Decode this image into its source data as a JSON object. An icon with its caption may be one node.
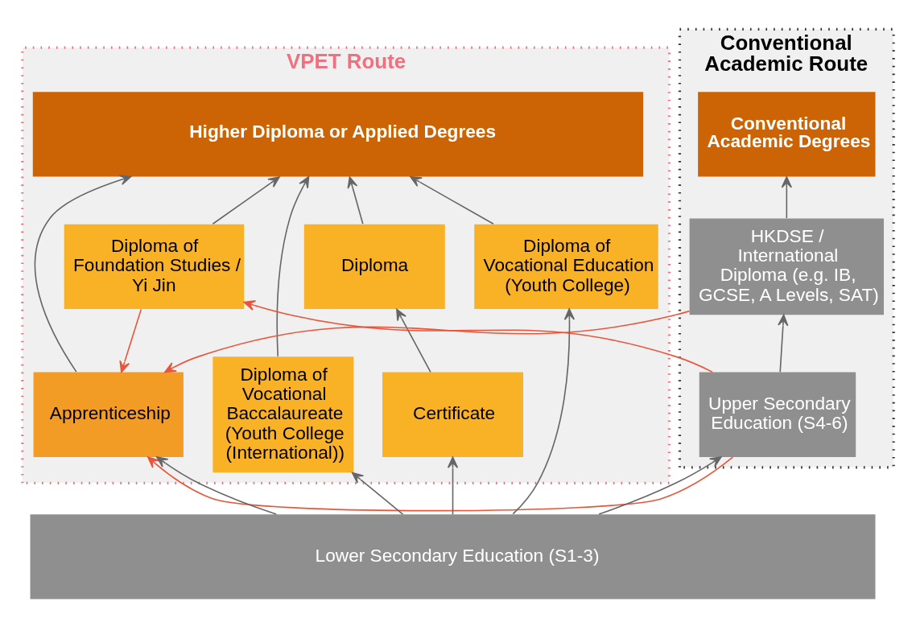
{
  "diagram": {
    "nodes": [
      {
        "text": [
          "VPET Route"
        ]
      },
      {
        "text": [
          "Conventional Academic Route"
        ]
      },
      {
        "text": [
          "Higher Diploma or Applied Degrees"
        ],
        "in": 0
      },
      {
        "text": [
          "Diploma"
        ],
        "in": 0
      },
      {
        "text": [
          "Certificate"
        ],
        "in": 0
      },
      {
        "text": [
          "Diploma of Vocational Education",
          "(Youth College)"
        ],
        "in": 0
      },
      {
        "text": [
          "Diploma of Vocational Baccalaureate",
          "(Youth College (International))"
        ],
        "in": 0
      },
      {
        "text": [
          "Apprenticeship"
        ],
        "in": 0
      },
      {
        "text": [
          "Diploma of Foundation Studies / Yi Jin"
        ],
        "in": 0
      },
      {
        "text": [
          "Conventional Academic Degrees"
        ],
        "in": 1
      },
      {
        "text": [
          "HKDSE / International Diploma (e.g. IB, GCSE, A Levels, SAT)"
        ],
        "in": 1
      },
      {
        "text": [
          "Upper Secondary Education (S4-6)"
        ],
        "in": 1
      },
      {
        "text": [
          "Lower Secondary Education (S1-3)"
        ]
      }
    ],
    "edges": [
      {
        "from": 12,
        "to": 4,
        "arrow": "to"
      },
      {
        "from": 12,
        "to": 5,
        "arrow": "to"
      },
      {
        "from": 12,
        "to": 6,
        "arrow": "to"
      },
      {
        "from": 12,
        "to": 7,
        "arrow": "to"
      },
      {
        "from": 12,
        "to": 11,
        "arrow": "to"
      },
      {
        "from": 4,
        "to": 3,
        "arrow": "to"
      },
      {
        "from": 3,
        "to": 2,
        "arrow": "to"
      },
      {
        "from": 5,
        "to": 2,
        "arrow": "to"
      },
      {
        "from": 6,
        "to": 2,
        "arrow": "to"
      },
      {
        "from": 7,
        "to": 2,
        "arrow": "to"
      },
      {
        "from": 8,
        "to": 2,
        "arrow": "to"
      },
      {
        "from": 11,
        "to": 10,
        "arrow": "to"
      },
      {
        "from": 10,
        "to": 9,
        "arrow": "to"
      },
      {
        "from": 10,
        "to": 7,
        "arrow": "to",
        "color": "#e8553a"
      },
      {
        "from": 8,
        "to": 7,
        "arrow": "to",
        "color": "#e8553a"
      },
      {
        "from": 11,
        "to": 8,
        "arrow": "to",
        "color": "#e8553a"
      },
      {
        "from": 11,
        "to": 7,
        "arrow": "to",
        "color": "#e8553a"
      }
    ]
  }
}
